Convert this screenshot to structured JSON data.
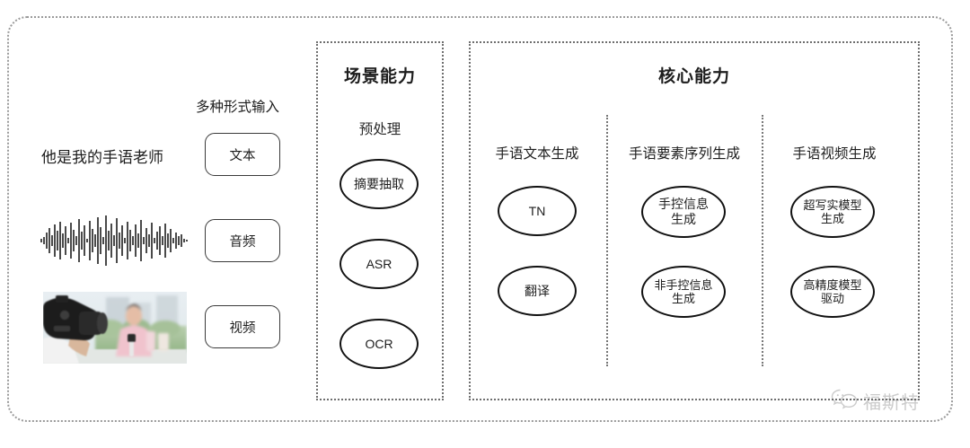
{
  "diagram": {
    "input_section": {
      "caption": "多种形式输入",
      "sample_text": "他是我的手语老师",
      "modes": [
        {
          "label": "文本",
          "source": "text-line"
        },
        {
          "label": "音频",
          "source": "audio-waveform"
        },
        {
          "label": "视频",
          "source": "video-thumbnail"
        }
      ]
    },
    "scene_panel": {
      "title": "场景能力",
      "subtitle": "预处理",
      "nodes": [
        {
          "label": "摘要抽取"
        },
        {
          "label": "ASR"
        },
        {
          "label": "OCR"
        }
      ]
    },
    "core_panel": {
      "title": "核心能力",
      "columns": [
        {
          "heading": "手语文本生成",
          "nodes": [
            {
              "label": "TN"
            },
            {
              "label": "翻译"
            }
          ]
        },
        {
          "heading": "手语要素序列生成",
          "nodes": [
            {
              "label": "手控信息\n生成"
            },
            {
              "label": "非手控信息\n生成"
            }
          ]
        },
        {
          "heading": "手语视频生成",
          "nodes": [
            {
              "label": "超写实模型\n生成"
            },
            {
              "label": "高精度模型\n驱动"
            }
          ]
        }
      ]
    },
    "watermark": {
      "text": "福斯特",
      "icon": "wechat-icon"
    },
    "colors": {
      "border_dotted": "#6e6e6e",
      "outer_frame": "#9a9a9a",
      "node_stroke": "#111111",
      "text": "#1d1d1d",
      "background": "#ffffff"
    }
  }
}
